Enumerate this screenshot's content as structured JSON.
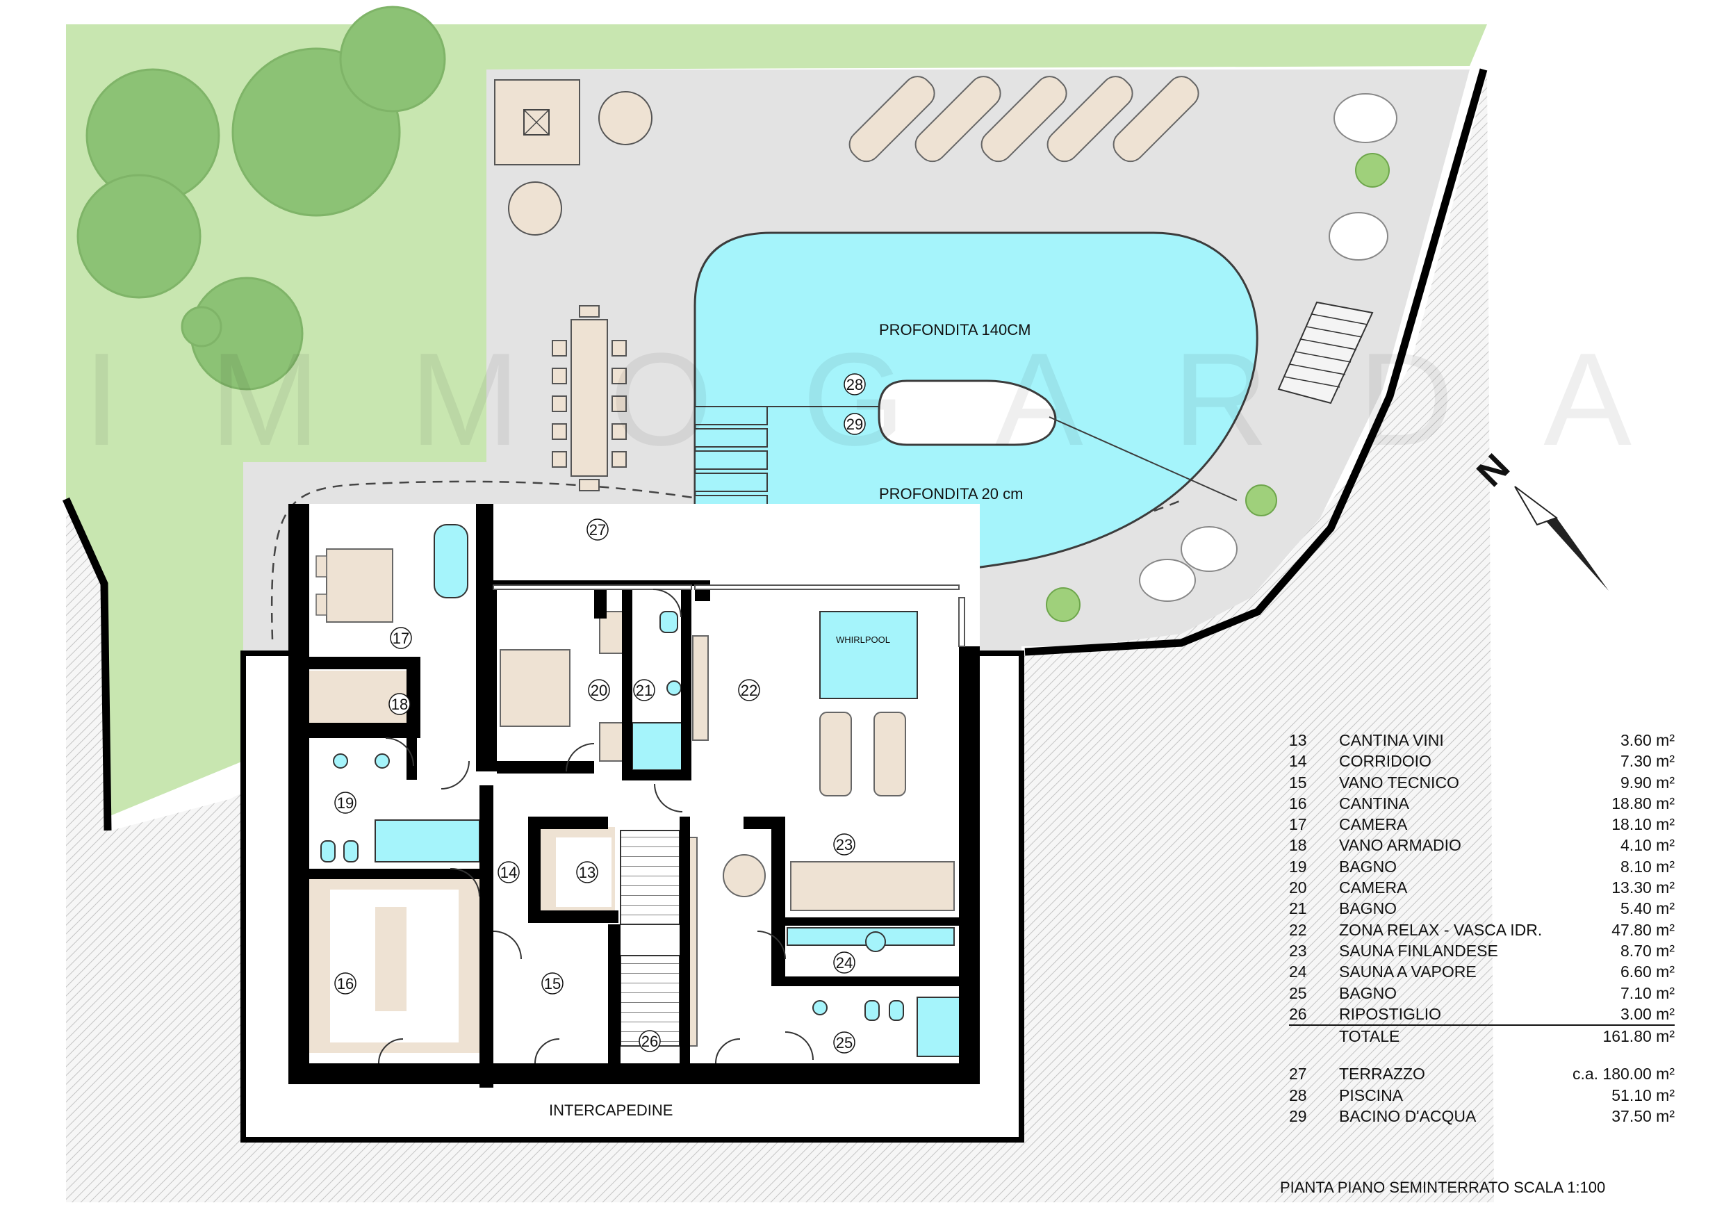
{
  "plan": {
    "watermark": "IMMOGARDA",
    "compass_letter": "N",
    "pool_depth_deep": "PROFONDITA 140CM",
    "pool_depth_shallow": "PROFONDITA 20 cm",
    "whirlpool_label": "WHIRLPOOL",
    "cavity_label": "INTERCAPEDINE",
    "caption": "PIANTA PIANO SEMINTERRATO SCALA 1:100",
    "room_numbers": [
      "13",
      "14",
      "15",
      "16",
      "17",
      "18",
      "19",
      "20",
      "21",
      "22",
      "23",
      "24",
      "25",
      "26",
      "27",
      "28",
      "29"
    ]
  },
  "legend": {
    "rooms": [
      {
        "num": "13",
        "name": "CANTINA VINI",
        "area": "3.60 m²"
      },
      {
        "num": "14",
        "name": "CORRIDOIO",
        "area": "7.30 m²"
      },
      {
        "num": "15",
        "name": "VANO TECNICO",
        "area": "9.90 m²"
      },
      {
        "num": "16",
        "name": "CANTINA",
        "area": "18.80 m²"
      },
      {
        "num": "17",
        "name": "CAMERA",
        "area": "18.10 m²"
      },
      {
        "num": "18",
        "name": "VANO ARMADIO",
        "area": "4.10 m²"
      },
      {
        "num": "19",
        "name": "BAGNO",
        "area": "8.10 m²"
      },
      {
        "num": "20",
        "name": "CAMERA",
        "area": "13.30 m²"
      },
      {
        "num": "21",
        "name": "BAGNO",
        "area": "5.40 m²"
      },
      {
        "num": "22",
        "name": "ZONA RELAX - VASCA IDR.",
        "area": "47.80 m²"
      },
      {
        "num": "23",
        "name": "SAUNA FINLANDESE",
        "area": "8.70 m²"
      },
      {
        "num": "24",
        "name": "SAUNA A VAPORE",
        "area": "6.60 m²"
      },
      {
        "num": "25",
        "name": "BAGNO",
        "area": "7.10 m²"
      },
      {
        "num": "26",
        "name": "RIPOSTIGLIO",
        "area": "3.00 m²"
      }
    ],
    "total": {
      "name": "TOTALE",
      "area": "161.80 m²"
    },
    "outdoor": [
      {
        "num": "27",
        "name": "TERRAZZO",
        "area": "c.a. 180.00 m²"
      },
      {
        "num": "28",
        "name": "PISCINA",
        "area": "51.10 m²"
      },
      {
        "num": "29",
        "name": "BACINO  D'ACQUA",
        "area": "37.50 m²"
      }
    ]
  },
  "colors": {
    "lawn": "#c8e6b0",
    "terrace": "#e3e3e3",
    "pool": "#a5f4fb",
    "wall": "#000000",
    "floor": "#ffffff",
    "furniture": "#eee2d3",
    "tree": "#8cc275",
    "hatch": "#bdbdbd"
  }
}
